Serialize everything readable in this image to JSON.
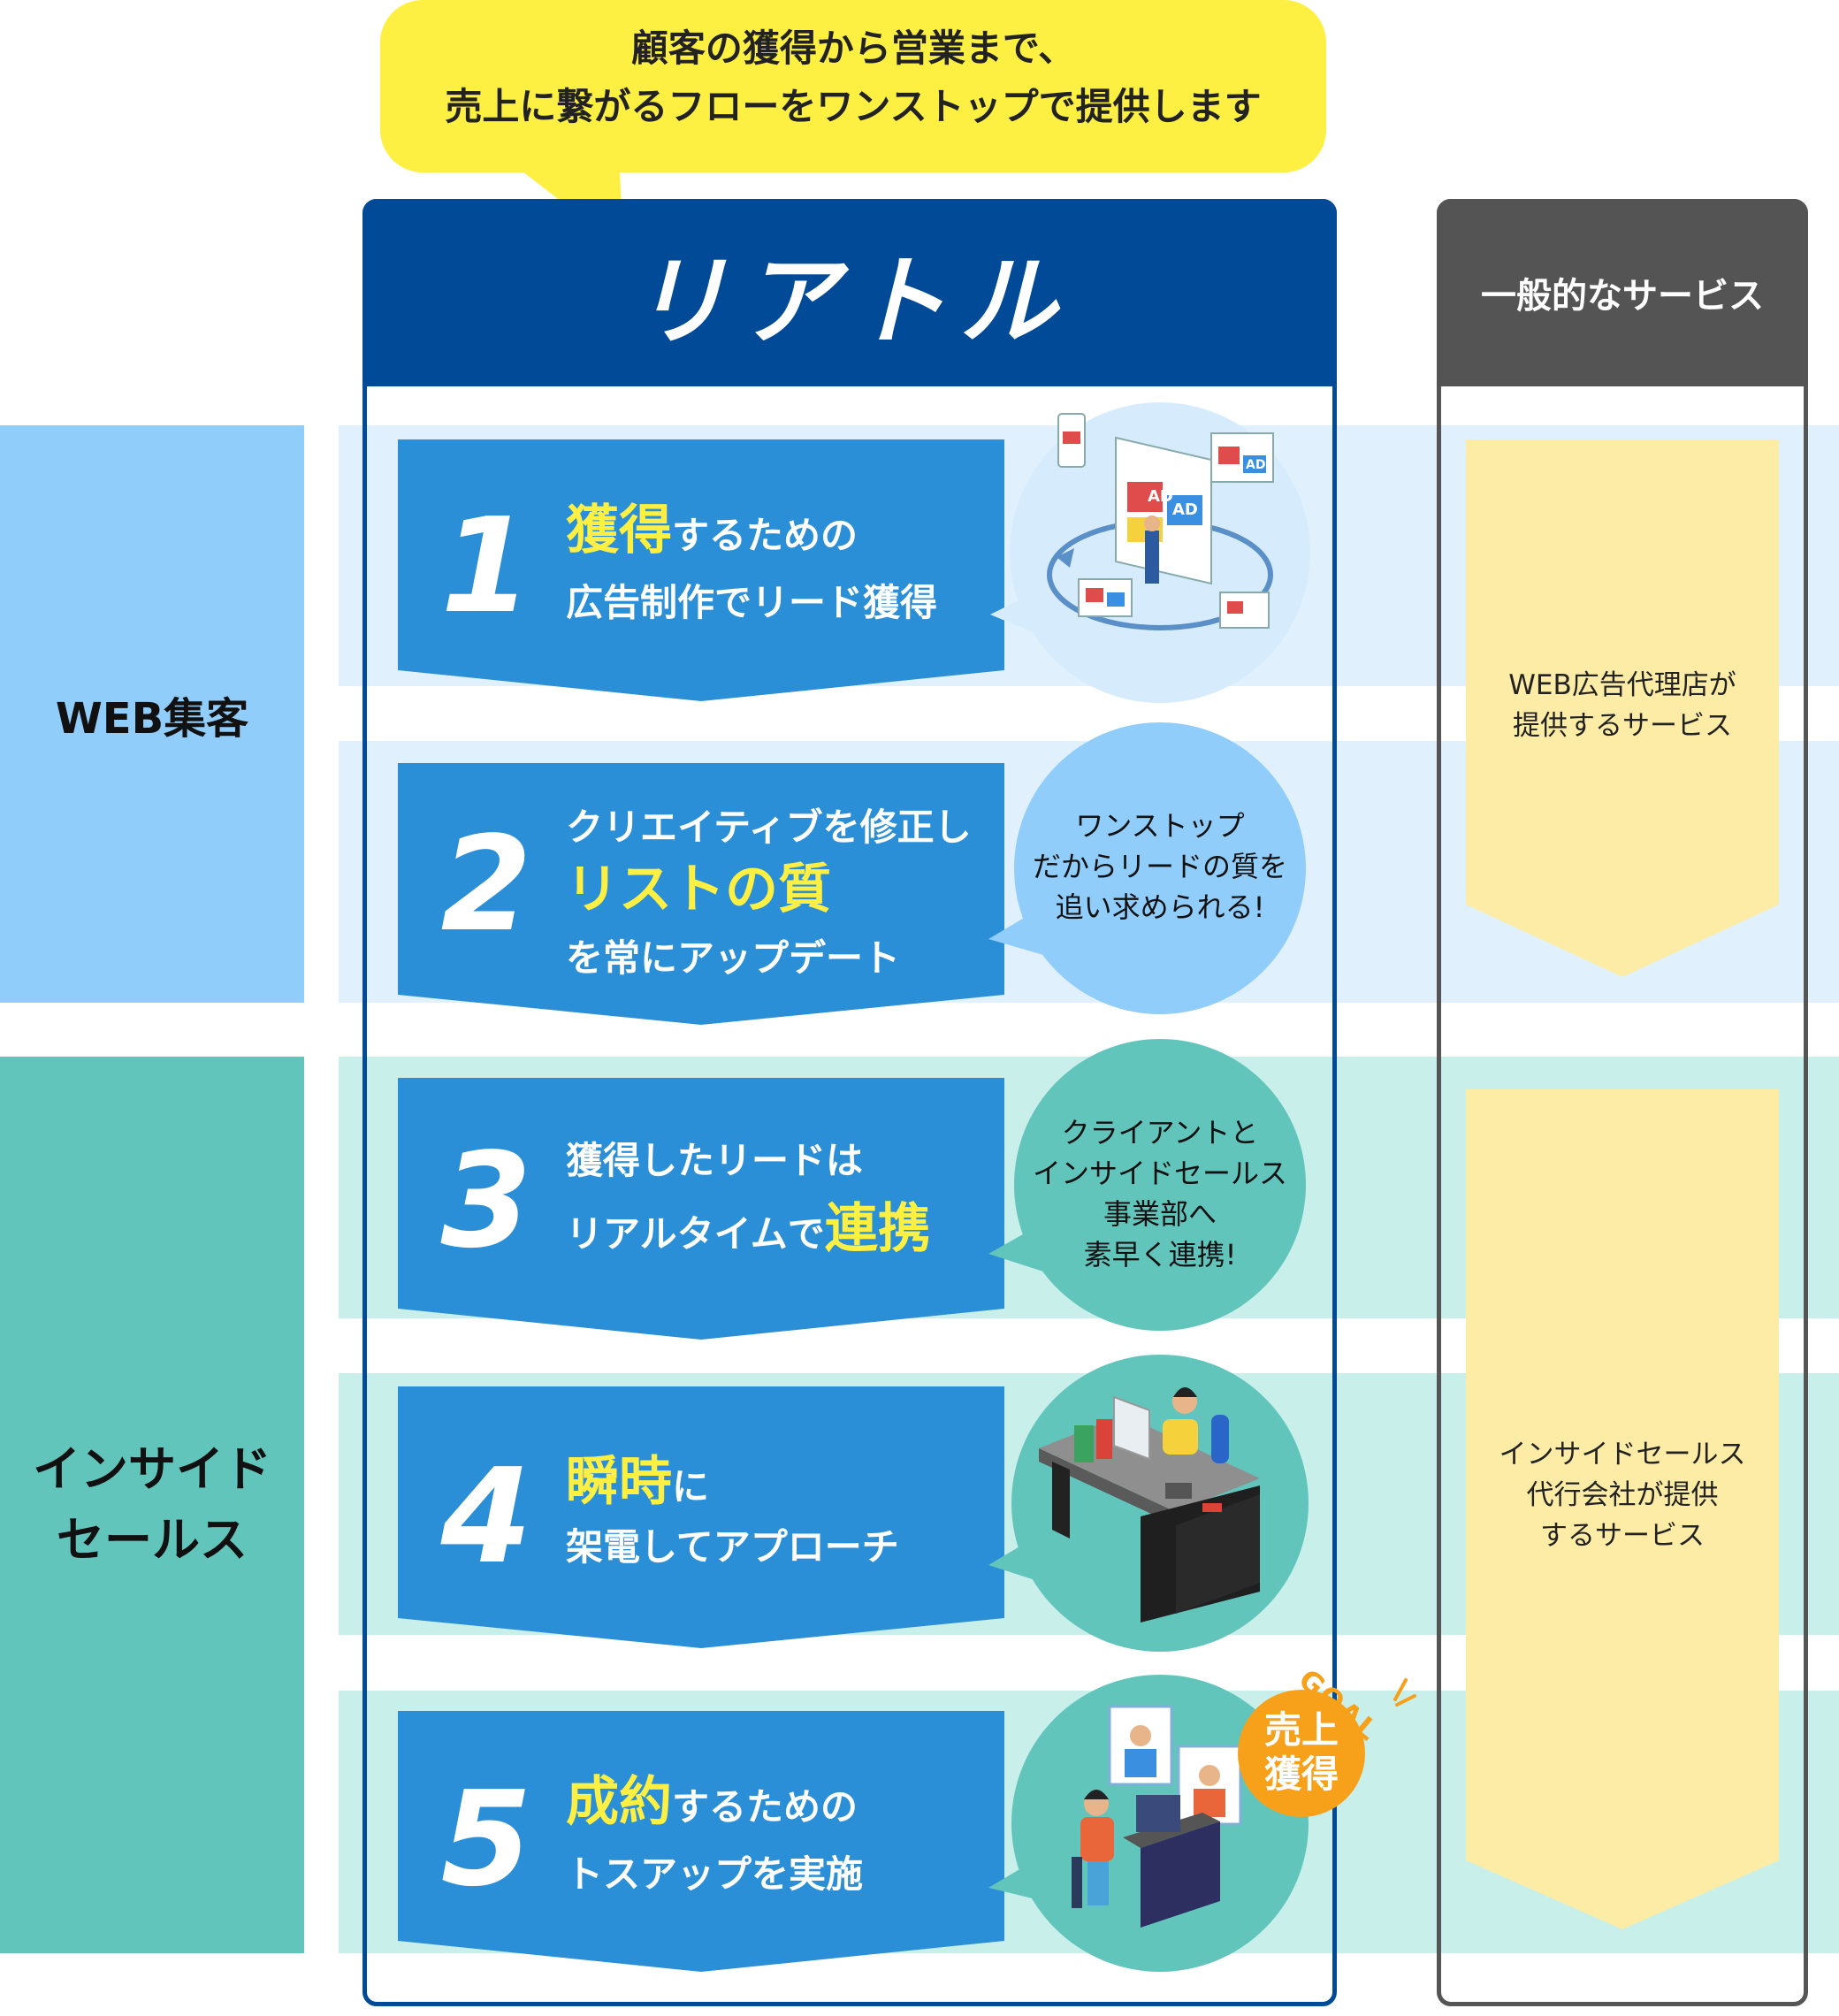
{
  "header": {
    "bubble_line1": "顧客の獲得から営業まで、",
    "bubble_line2": "売上に繋がるフローをワンストップで提供します"
  },
  "brand": {
    "title": "リアトル"
  },
  "general": {
    "title": "一般的なサービス",
    "web_line1": "WEB広告代理店が",
    "web_line2": "提供するサービス",
    "is_line1": "インサイドセールス",
    "is_line2": "代行会社が提供",
    "is_line3": "するサービス"
  },
  "categories": {
    "web": "WEB集客",
    "inside_line1": "インサイド",
    "inside_line2": "セールス"
  },
  "steps": [
    {
      "number": "1",
      "highlight": "獲得",
      "line1_rest": "するための",
      "line2": "広告制作でリード獲得"
    },
    {
      "number": "2",
      "line1": "クリエイティブを修正し",
      "highlight": "リストの質",
      "line3": "を常にアップデート"
    },
    {
      "number": "3",
      "line1": "獲得したリードは",
      "line2_pre": "リアルタイムで",
      "highlight": "連携"
    },
    {
      "number": "4",
      "highlight": "瞬時",
      "line1_rest": "に",
      "line2": "架電してアプローチ"
    },
    {
      "number": "5",
      "highlight": "成約",
      "line1_rest": "するための",
      "line2": "トスアップを実施"
    }
  ],
  "bubbles": {
    "b2_line1": "ワンストップ",
    "b2_line2": "だからリードの質を",
    "b2_line3": "追い求められる!",
    "b3_line1": "クライアントと",
    "b3_line2": "インサイドセールス",
    "b3_line3": "事業部へ",
    "b3_line4": "素早く連携!"
  },
  "goal": {
    "tag": "GOAL",
    "line1": "売上",
    "line2": "獲得"
  },
  "icons": {
    "ad": "AD"
  },
  "colors": {
    "brand_navy": "#004a97",
    "step_blue": "#2b8fd8",
    "highlight_yellow": "#fdf043",
    "web_light": "#91cdfb",
    "inside_teal": "#62c5bc",
    "general_gray": "#545454",
    "general_yellow": "#fdeca6",
    "goal_orange": "#f7a11b"
  }
}
